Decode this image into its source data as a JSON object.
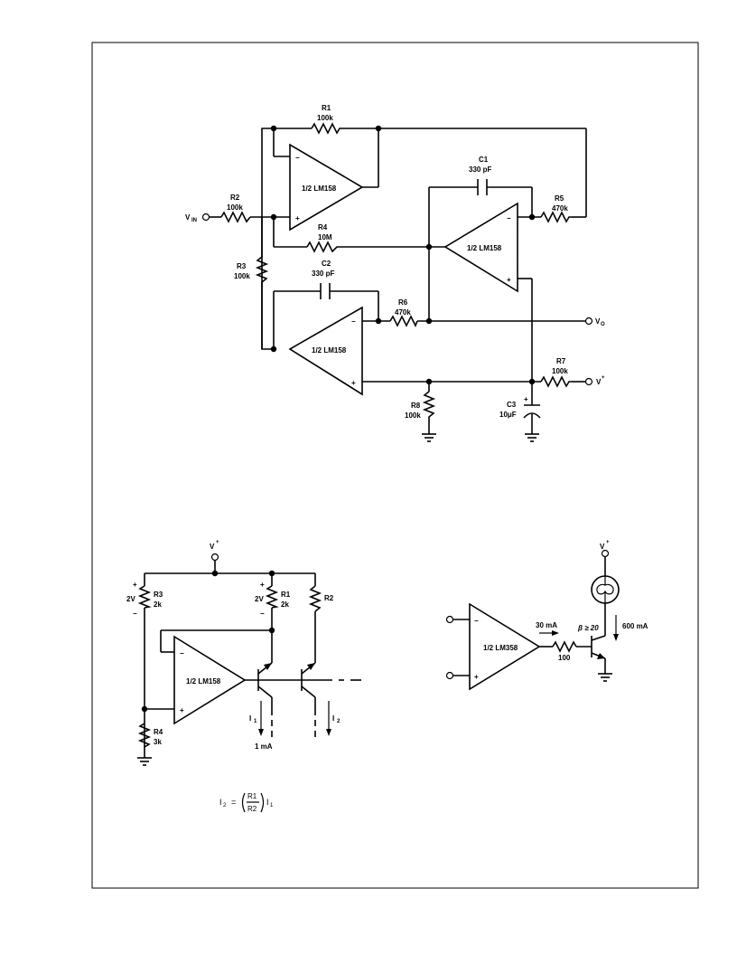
{
  "circuit1": {
    "R1": {
      "name": "R1",
      "value": "100k"
    },
    "R2": {
      "name": "R2",
      "value": "100k"
    },
    "R3": {
      "name": "R3",
      "value": "100k"
    },
    "R4": {
      "name": "R4",
      "value": "10M"
    },
    "R5": {
      "name": "R5",
      "value": "470k"
    },
    "R6": {
      "name": "R6",
      "value": "470k"
    },
    "R7": {
      "name": "R7",
      "value": "100k"
    },
    "R8": {
      "name": "R8",
      "value": "100k"
    },
    "C1": {
      "name": "C1",
      "value": "330 pF"
    },
    "C2": {
      "name": "C2",
      "value": "330 pF"
    },
    "C3": {
      "name": "C3",
      "value": "10μF"
    },
    "opamp_label": "1/2 LM158",
    "vin": "V",
    "vin_sub": "IN",
    "vo": "V",
    "vo_sub": "O",
    "vplus": "V",
    "vplus_sup": "+"
  },
  "circuit2": {
    "vplus": "V",
    "vplus_sup": "+",
    "R1": {
      "name": "R1",
      "value": "2k",
      "drop": "2V"
    },
    "R2": {
      "name": "R2"
    },
    "R3": {
      "name": "R3",
      "value": "2k",
      "drop": "2V"
    },
    "R4": {
      "name": "R4",
      "value": "3k"
    },
    "opamp_label": "1/2 LM158",
    "i1": "I",
    "i1_sub": "1",
    "i1_value": "1 mA",
    "i2": "I",
    "i2_sub": "2",
    "formula": {
      "lhs": "I",
      "lhs_sub": "2",
      "eq": "=",
      "num": "R1",
      "den": "R2",
      "rhs": "I",
      "rhs_sub": "1"
    }
  },
  "circuit3": {
    "vplus": "V",
    "vplus_sup": "+",
    "opamp_label": "1/2 LM358",
    "input_current": "30 mA",
    "resistor_value": "100",
    "beta": "β ≥ 20",
    "load_current": "600 mA"
  },
  "polarity": {
    "plus": "+",
    "minus": "−"
  }
}
